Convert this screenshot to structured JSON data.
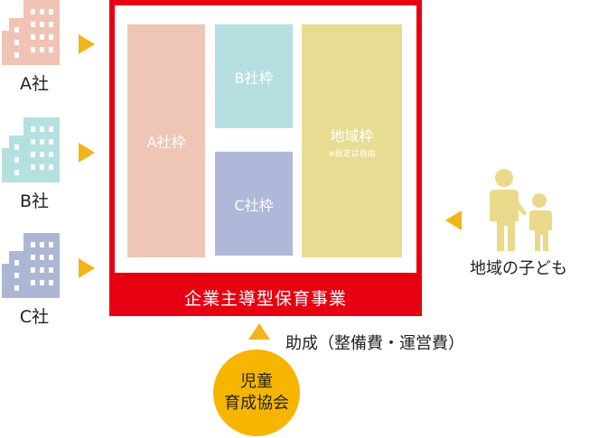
{
  "companies": [
    {
      "label": "A社",
      "color": "#f1c3b4"
    },
    {
      "label": "B社",
      "color": "#b5e0e0"
    },
    {
      "label": "C社",
      "color": "#aeb6d6"
    }
  ],
  "slots": {
    "a": {
      "label": "A社枠",
      "color": "#efc5b6"
    },
    "b": {
      "label": "B社枠",
      "color": "#b5dfe0"
    },
    "c": {
      "label": "C社枠",
      "color": "#b0b8d9"
    },
    "community": {
      "label": "地域枠",
      "note": "※設定は自由",
      "color": "#e8dc92"
    }
  },
  "banner": {
    "label": "企業主導型保育事業",
    "color": "#e60012"
  },
  "subsidy": {
    "label": "助成（整備費・運営費）"
  },
  "association": {
    "line1": "児童",
    "line2": "育成協会",
    "color": "#f6b500"
  },
  "community_children": {
    "label": "地域の子ども",
    "color": "#ead98a"
  },
  "arrow_color": "#f2b41c"
}
